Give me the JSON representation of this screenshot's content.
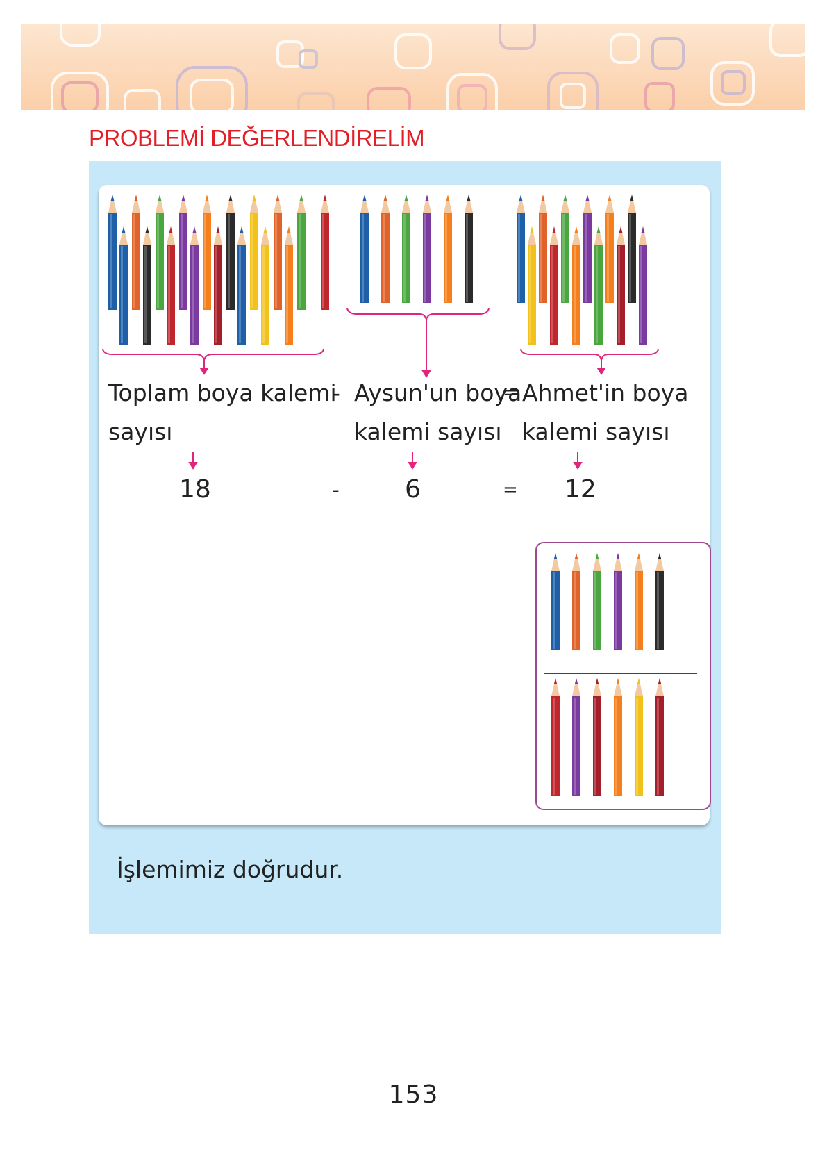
{
  "heading": "PROBLEMİ DEĞERLENDİRELİM",
  "labels": {
    "total_line1": "Toplam boya kalemi",
    "total_line2": "sayısı",
    "minus": "-",
    "aysun_line1": "Aysun'un boya",
    "aysun_line2": "kalemi sayısı",
    "equals": "=",
    "ahmet_line1": "Ahmet'in boya",
    "ahmet_line2": "kalemi sayısı"
  },
  "equation": {
    "total": "18",
    "minus": "-",
    "aysun": "6",
    "equals": "=",
    "ahmet": "12"
  },
  "footer": "İşlemimiz doğrudur.",
  "page_number": "153",
  "colors": {
    "heading": "#e21e26",
    "panel": "#c6e8f8",
    "brace": "#e0257c",
    "pencils": [
      "#1f5fa8",
      "#e0632a",
      "#4aa63e",
      "#7b3aa0",
      "#f57f1c",
      "#2b2b2b",
      "#f2c21a",
      "#c0272d",
      "#a51f2a"
    ]
  }
}
